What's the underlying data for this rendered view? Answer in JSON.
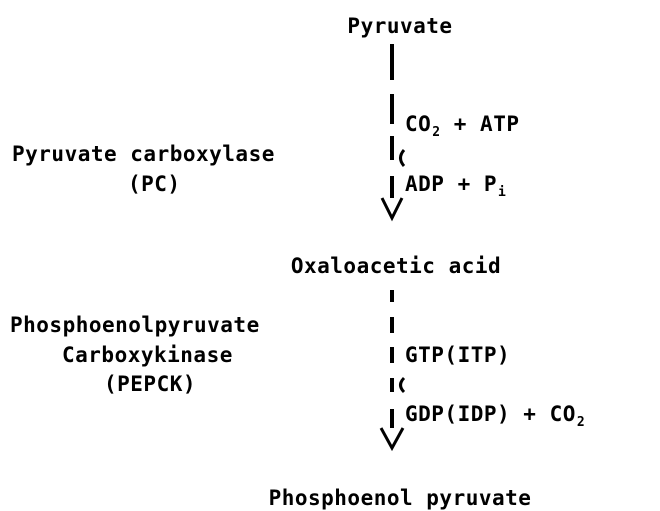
{
  "compounds": {
    "pyruvate": "Pyruvate",
    "oxaloacetic_acid": "Oxaloacetic acid",
    "phosphoenol_pyruvate": "Phosphoenol pyruvate"
  },
  "step1": {
    "enzyme_name": "Pyruvate carboxylase",
    "enzyme_abbrev": "(PC)",
    "cofactor_in": "CO",
    "cofactor_in_sub": "2",
    "cofactor_in_rest": " + ATP",
    "cofactor_out": "ADP + P",
    "cofactor_out_sub": "i"
  },
  "step2": {
    "enzyme_line1": "Phosphoenolpyruvate",
    "enzyme_line2": "Carboxykinase",
    "enzyme_abbrev": "(PEPCK)",
    "cofactor_in": "GTP(ITP)",
    "cofactor_out": "GDP(IDP) + CO",
    "cofactor_out_sub": "2"
  }
}
